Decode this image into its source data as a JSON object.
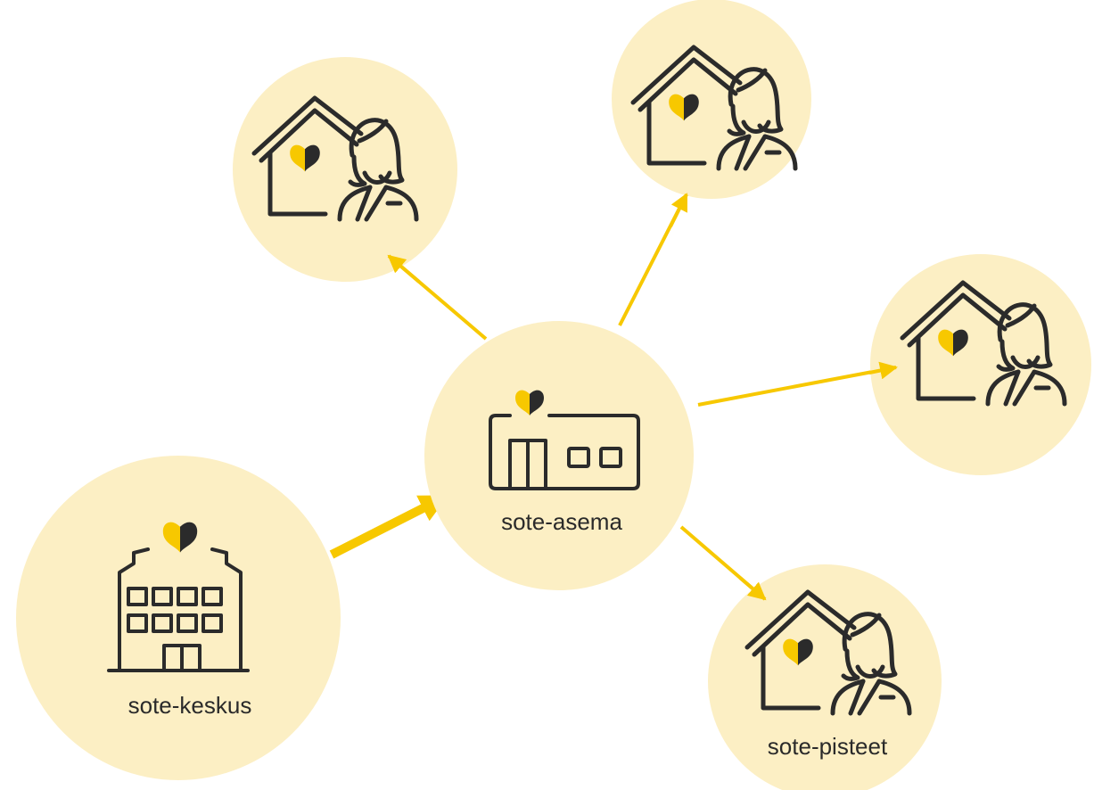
{
  "diagram": {
    "nodes": [
      {
        "id": "keskus",
        "label": "sote-keskus",
        "icon": "hospital-icon"
      },
      {
        "id": "asema",
        "label": "sote-asema",
        "icon": "health-station-icon"
      },
      {
        "id": "piste1",
        "label": "",
        "icon": "home-care-nurse-icon"
      },
      {
        "id": "piste2",
        "label": "",
        "icon": "home-care-nurse-icon"
      },
      {
        "id": "piste3",
        "label": "",
        "icon": "home-care-nurse-icon"
      },
      {
        "id": "piste4",
        "label": "sote-pisteet",
        "icon": "home-care-nurse-icon"
      }
    ],
    "edges": [
      {
        "from": "keskus",
        "to": "asema"
      },
      {
        "from": "asema",
        "to": "piste1"
      },
      {
        "from": "asema",
        "to": "piste2"
      },
      {
        "from": "asema",
        "to": "piste3"
      },
      {
        "from": "asema",
        "to": "piste4"
      }
    ]
  },
  "colors": {
    "circle_fill": "#fcefc4",
    "arrow": "#f7c800",
    "heart_yellow": "#f7c800",
    "heart_dark": "#2b2b2b",
    "outline": "#2b2b2b"
  }
}
